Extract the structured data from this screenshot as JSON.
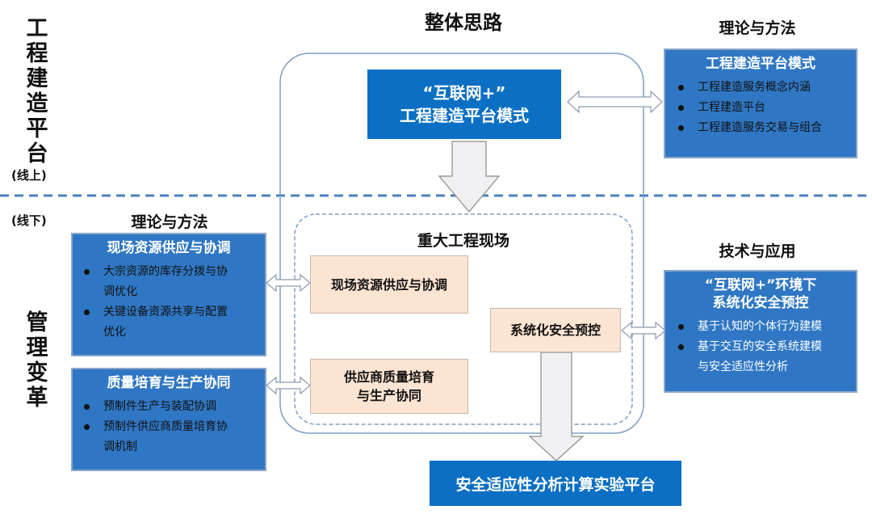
{
  "left_titles": {
    "online_platform": [
      "工",
      "程",
      "建",
      "造",
      "平",
      "台"
    ],
    "online_tag": "(线上)",
    "offline_tag": "(线下)",
    "management": [
      "管",
      "理",
      "变",
      "革"
    ]
  },
  "center": {
    "title": "整体思路",
    "platform_box": {
      "line1": "“互联网+”",
      "line2": "工程建造平台模式"
    },
    "site_title": "重大工程现场",
    "site_box_supply": "现场资源供应与协调",
    "site_box_quality": [
      "供应商质量培育",
      "与生产协同"
    ],
    "site_box_safety": "系统化安全预控",
    "bottom_platform": "安全适应性分析计算实验平台"
  },
  "top_right": {
    "heading": "理论与方法",
    "panel_title": "工程建造平台模式",
    "items": [
      "工程建造服务概念内涵",
      "工程建造平台",
      "工程建造服务交易与组合"
    ]
  },
  "left_offline": {
    "heading": "理论与方法",
    "panel1_title": "现场资源供应与协调",
    "panel1_items": [
      [
        "大宗资源的库存分拨与协",
        "调优化"
      ],
      [
        "关键设备资源共享与配置",
        "优化"
      ]
    ],
    "panel2_title": "质量培育与生产协同",
    "panel2_items": [
      [
        "预制件生产与装配协调"
      ],
      [
        "预制件供应商质量培育协",
        "调机制"
      ]
    ]
  },
  "right_offline": {
    "heading": "技术与应用",
    "panel_title1": "“互联网+”环境下",
    "panel_title2": "系统化安全预控",
    "items": [
      [
        "基于认知的个体行为建模"
      ],
      [
        "基于交互的安全系统建模",
        "与安全适应性分析"
      ]
    ]
  },
  "colors": {
    "panel_blue": "#2f77c4",
    "box_blue": "#0b6fc4",
    "peach": "#fce4d3",
    "dash": "#4a7fc0"
  }
}
